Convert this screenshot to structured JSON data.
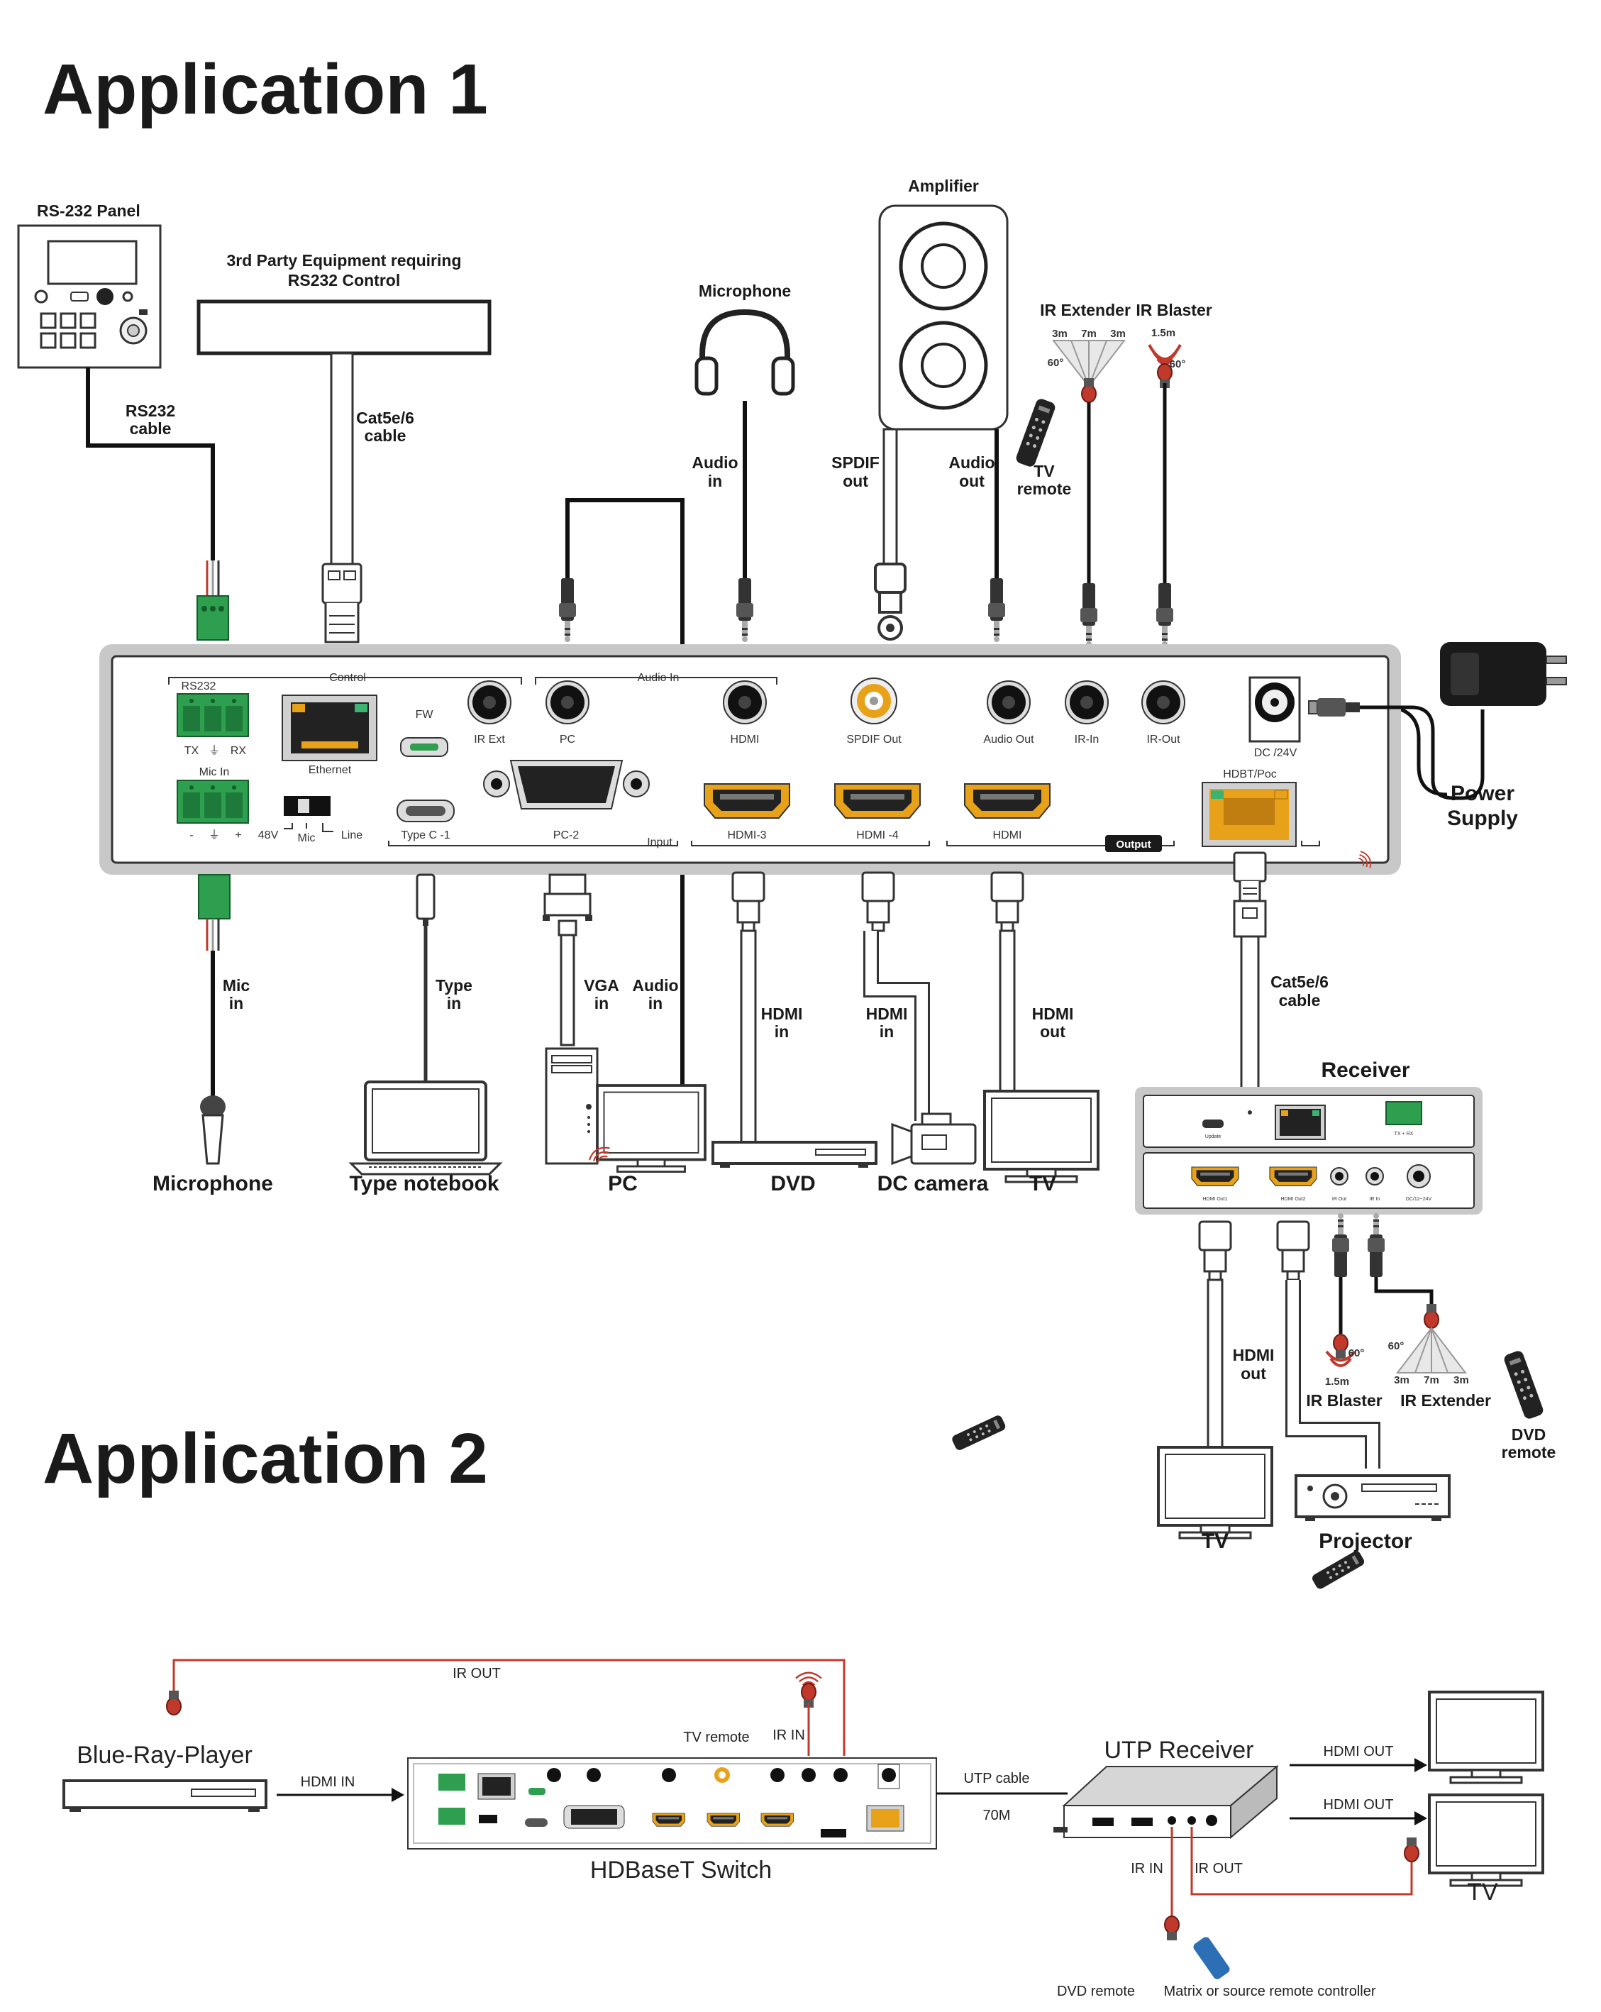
{
  "app1": {
    "title": "Application 1",
    "rs232_panel": "RS-232 Panel",
    "third_party": [
      "3rd Party Equipment requiring",
      "RS232 Control"
    ],
    "rs232_cable": [
      "RS232",
      "cable"
    ],
    "cat_cable_top": [
      "Cat5e/6",
      "cable"
    ],
    "microphone_top": "Microphone",
    "amplifier": "Amplifier",
    "ir_extender_top": "IR Extender",
    "ir_blaster_top": "IR Blaster",
    "ext_dist_top": [
      "3m",
      "7m",
      "3m"
    ],
    "ext_angle_top": "60°",
    "blaster_len_top": "1.5m",
    "blaster_angle_top": "60°",
    "audio_in_top": [
      "Audio",
      "in"
    ],
    "spdif_out_top": [
      "SPDIF",
      "out"
    ],
    "audio_out_top": [
      "Audio",
      "out"
    ],
    "tv_remote_top": [
      "TV",
      "remote"
    ],
    "power_supply": [
      "Power",
      "Supply"
    ],
    "panel": {
      "rs232": "RS232",
      "control": "Control",
      "tx": "TX",
      "ground": "⏚",
      "rx": "RX",
      "ethernet": "Ethernet",
      "fw": "FW",
      "ir_ext": "IR Ext",
      "audio_in_group": "Audio In",
      "pc": "PC",
      "hdmi_in": "HDMI",
      "spdif_out": "SPDIF Out",
      "audio_out": "Audio Out",
      "ir_in": "IR-In",
      "ir_out": "IR-Out",
      "dc": "DC /24V",
      "mic_in": "Mic In",
      "minus": "-",
      "plus": "+",
      "v48": "48V",
      "mic_sw": "Mic",
      "line": "Line",
      "typec": "Type C -1",
      "pc2": "PC-2",
      "input": "Input",
      "hdmi3": "HDMI-3",
      "hdmi4": "HDMI -4",
      "hdmi_out": "HDMI",
      "output": "Output",
      "hdbt": "HDBT/Poc"
    },
    "mic_in_cable": [
      "Mic",
      "in"
    ],
    "type_in_cable": [
      "Type",
      "in"
    ],
    "vga_in_cable": [
      "VGA",
      "in"
    ],
    "audio_in_cable": [
      "Audio",
      "in"
    ],
    "hdmi_in_dvd": [
      "HDMI",
      "in"
    ],
    "hdmi_in_cam": [
      "HDMI",
      "in"
    ],
    "hdmi_out_tv": [
      "HDMI",
      "out"
    ],
    "cat_cable_bottom": [
      "Cat5e/6",
      "cable"
    ],
    "devices": {
      "microphone": "Microphone",
      "notebook": "Type notebook",
      "pc": "PC",
      "dvd": "DVD",
      "camera": "DC camera",
      "tv": "TV"
    },
    "receiver": {
      "title": "Receiver",
      "update": "Update",
      "txrx": "TX + RX",
      "hdmi_out1": "HDMI Out1",
      "hdmi_out2": "HDMI Out2",
      "ir_out": "IR Out",
      "ir_in": "IR In",
      "dc": "DC/12~24V"
    },
    "rx_hdmi_out": [
      "HDMI",
      "out"
    ],
    "rx_blaster_angle": "60°",
    "rx_blaster_len": "1.5m",
    "rx_ir_blaster": "IR Blaster",
    "rx_ext_angle": "60°",
    "rx_ext_dist": [
      "3m",
      "7m",
      "3m"
    ],
    "rx_ir_extender": "IR Extender",
    "dvd_remote": [
      "DVD",
      "remote"
    ],
    "rx_tv": "TV",
    "rx_projector": "Projector"
  },
  "app2": {
    "title": "Application 2",
    "ir_out_top": "IR OUT",
    "blu_ray": "Blue-Ray-Player",
    "hdmi_in": "HDMI IN",
    "tv_remote": "TV remote",
    "ir_in_top": "IR IN",
    "switch": "HDBaseT Switch",
    "utp_cable": "UTP cable",
    "distance": "70M",
    "utp_receiver": "UTP Receiver",
    "hdmi_out_1": "HDMI OUT",
    "hdmi_out_2": "HDMI OUT",
    "ir_in_bottom": "IR IN",
    "ir_out_bottom": "IR OUT",
    "tv": "TV",
    "dvd_remote": "DVD remote",
    "matrix_remote": "Matrix or source remote controller"
  },
  "colors": {
    "ir_red": "#c0392b",
    "gold": "#e8a219",
    "green": "#2e9e4f",
    "frame_gray": "#c8c8c8"
  }
}
